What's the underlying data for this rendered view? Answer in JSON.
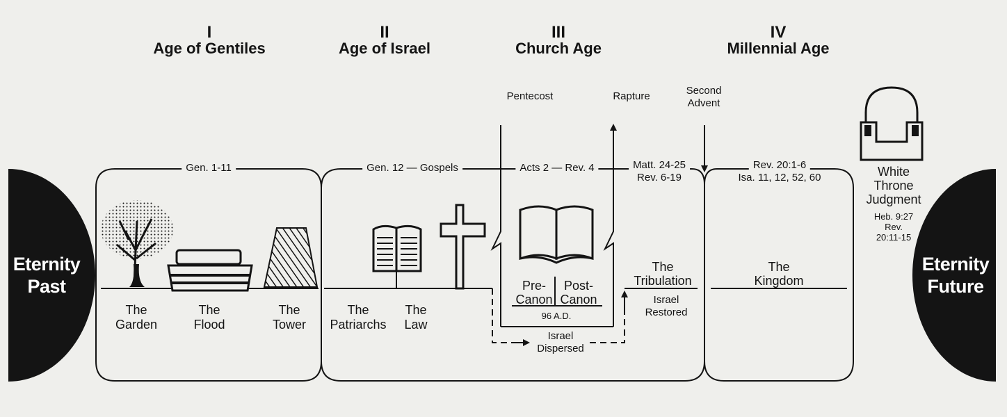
{
  "ages": [
    {
      "numeral": "I",
      "name": "Age of Gentiles"
    },
    {
      "numeral": "II",
      "name": "Age of Israel"
    },
    {
      "numeral": "III",
      "name": "Church Age"
    },
    {
      "numeral": "IV",
      "name": "Millennial Age"
    }
  ],
  "events": {
    "pentecost": "Pentecost",
    "rapture": "Rapture",
    "second_advent": [
      "Second",
      "Advent"
    ]
  },
  "references": {
    "gentiles": "Gen. 1-11",
    "israel": "Gen. 12 — Gospels",
    "church": "Acts 2 — Rev. 4",
    "tribulation": [
      "Matt. 24-25",
      "Rev. 6-19"
    ],
    "millennial": [
      "Rev. 20:1-6",
      "Isa. 11, 12, 52, 60"
    ]
  },
  "periods": {
    "garden": [
      "The",
      "Garden"
    ],
    "flood": [
      "The",
      "Flood"
    ],
    "tower": [
      "The",
      "Tower"
    ],
    "patriarchs": [
      "The",
      "Patriarchs"
    ],
    "law": [
      "The",
      "Law"
    ],
    "pre_canon": [
      "Pre-",
      "Canon"
    ],
    "post_canon": [
      "Post-",
      "Canon"
    ],
    "canon_date": "96 A.D.",
    "tribulation": [
      "The",
      "Tribulation"
    ],
    "israel_restored": [
      "Israel",
      "Restored"
    ],
    "israel_dispersed": [
      "Israel",
      "Dispersed"
    ],
    "kingdom": [
      "The",
      "Kingdom"
    ]
  },
  "judgment": {
    "title": [
      "White",
      "Throne",
      "Judgment"
    ],
    "refs": [
      "Heb. 9:27",
      "Rev.",
      "20:11-15"
    ]
  },
  "eternity": {
    "past": [
      "Eternity",
      "Past"
    ],
    "future": [
      "Eternity",
      "Future"
    ]
  }
}
